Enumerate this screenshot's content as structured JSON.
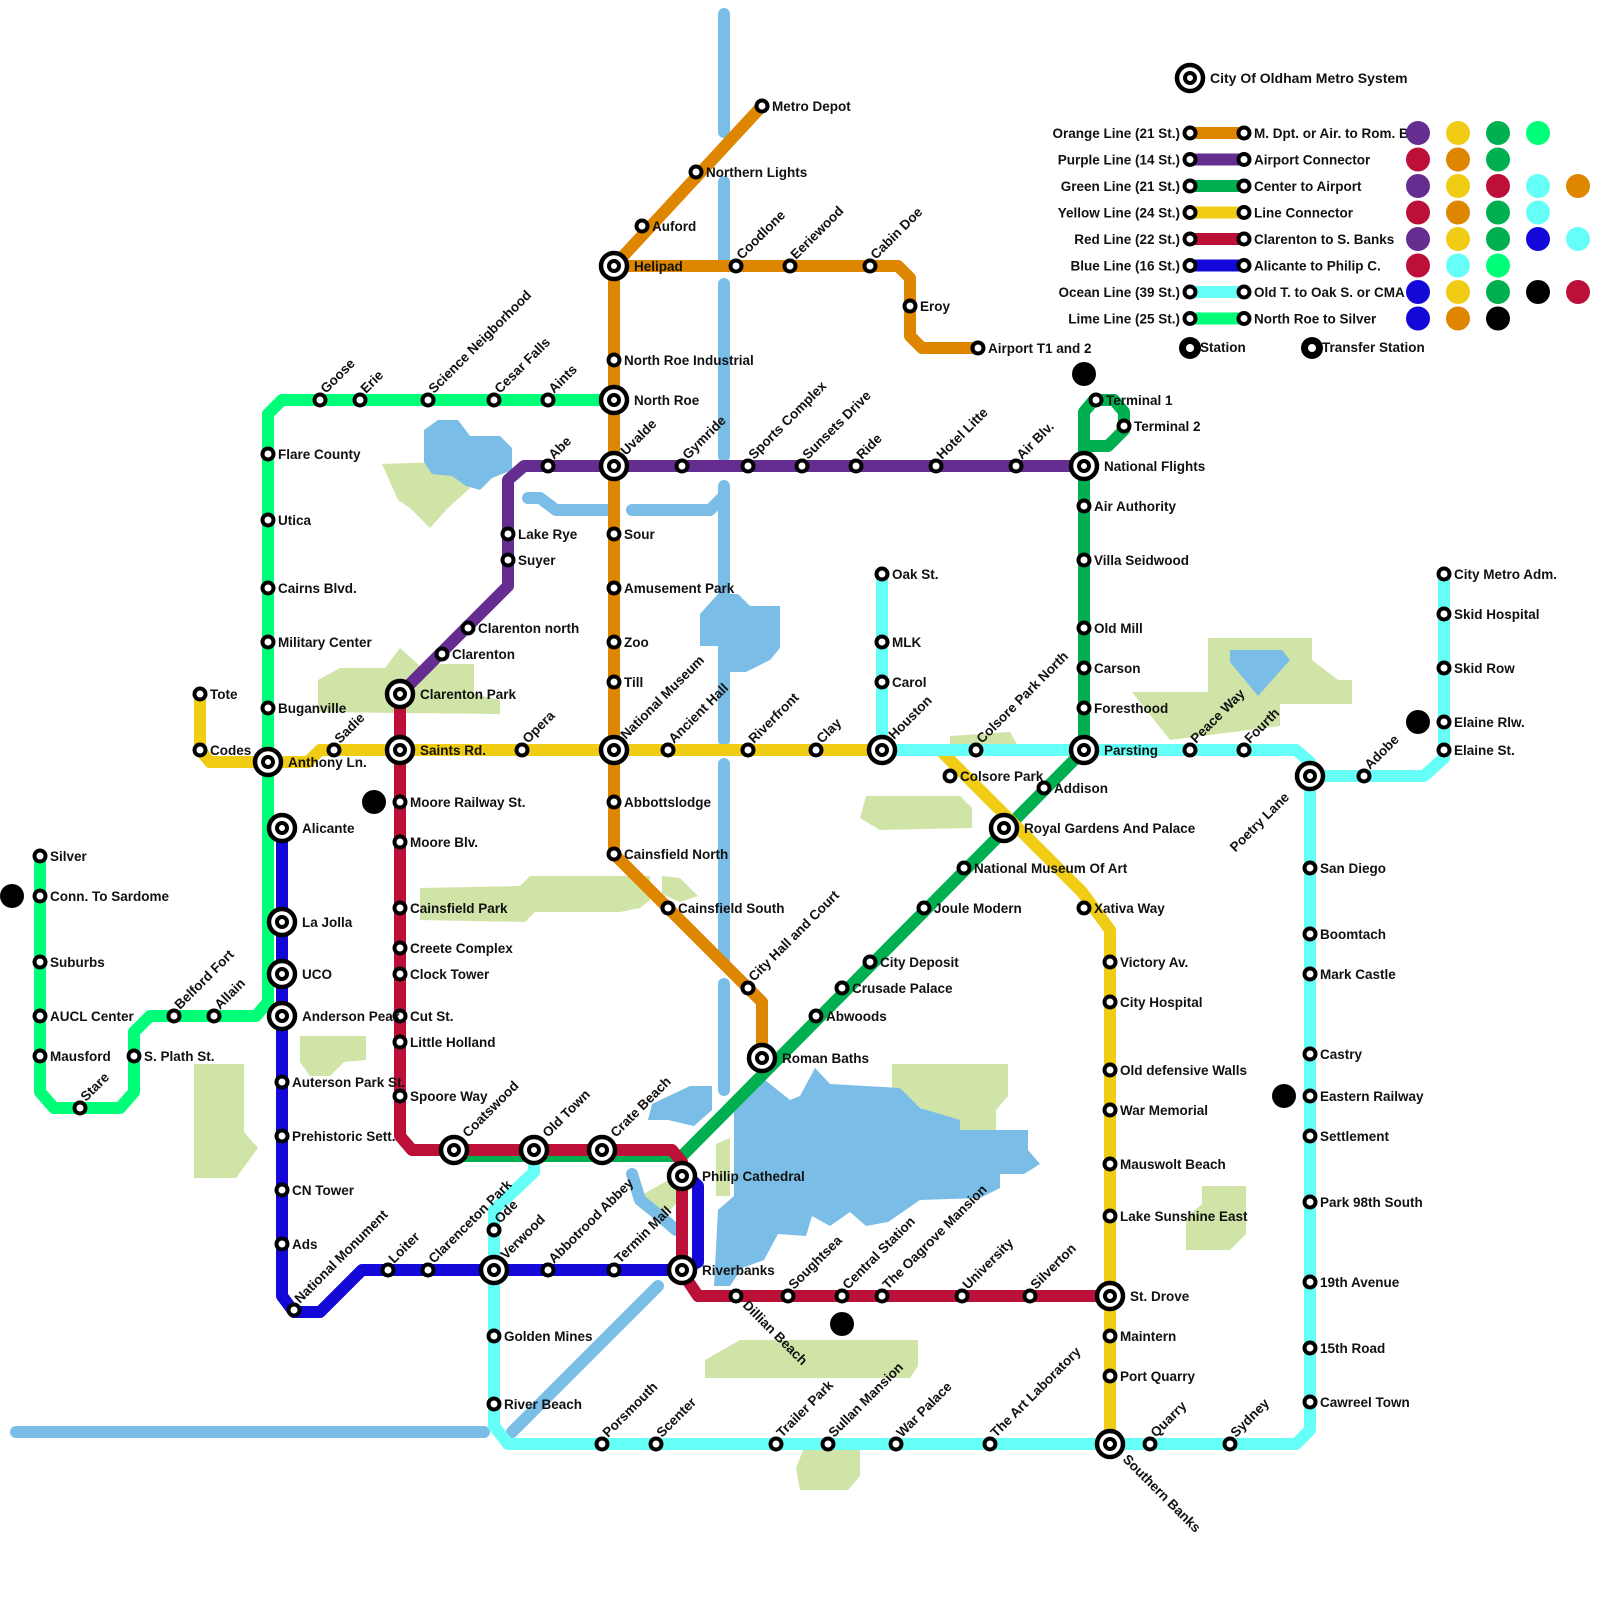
{
  "title": "City Of Oldham Metro System",
  "colors": {
    "orange": "#de8600",
    "purple": "#652d90",
    "green": "#00b050",
    "yellow": "#f0cc14",
    "red": "#bd1038",
    "blue": "#1408d8",
    "ocean": "#66fff8",
    "lime": "#00ff78",
    "water": "#7abde6",
    "park": "#d0e4a8"
  },
  "legend": {
    "lines": [
      {
        "name": "Orange Line (21 St.)",
        "route": "M. Dpt. or Air. to Rom. B.",
        "color": "orange",
        "connections": [
          "purple",
          "yellow",
          "green",
          "lime"
        ]
      },
      {
        "name": "Purple Line (14 St.)",
        "route": "Airport Connector",
        "color": "purple",
        "connections": [
          "red",
          "orange",
          "green"
        ]
      },
      {
        "name": "Green Line (21 St.)",
        "route": "Center to Airport",
        "color": "green",
        "connections": [
          "purple",
          "yellow",
          "red",
          "ocean",
          "orange"
        ]
      },
      {
        "name": "Yellow Line (24 St.)",
        "route": "Line Connector",
        "color": "yellow",
        "connections": [
          "red",
          "orange",
          "green",
          "ocean"
        ]
      },
      {
        "name": "Red Line (22 St.)",
        "route": "Clarenton to S. Banks",
        "color": "red",
        "connections": [
          "purple",
          "yellow",
          "green",
          "blue",
          "ocean"
        ]
      },
      {
        "name": "Blue Line (16 St.)",
        "route": "Alicante to Philip C.",
        "color": "blue",
        "connections": [
          "red",
          "ocean",
          "lime"
        ]
      },
      {
        "name": "Ocean Line (39 St.)",
        "route": "Old T. to Oak S. or CMA",
        "color": "ocean",
        "connections": [
          "blue",
          "yellow",
          "green",
          "black",
          "red"
        ]
      },
      {
        "name": "Lime Line (25 St.)",
        "route": "North Roe to Silver",
        "color": "lime",
        "connections": [
          "blue",
          "orange",
          "black"
        ]
      }
    ],
    "station_label": "Station",
    "transfer_label": "Transfer Station"
  },
  "lines": {
    "orange": {
      "stations": [
        "Metro Depot",
        "Northern Lights",
        "Auford",
        "Helipad",
        "Coodlone",
        "Eeriewood",
        "Cabin Doe",
        "Eroy",
        "Airport T1 and 2",
        "North Roe Industrial",
        "North Roe",
        "Uvalde",
        "Sour",
        "Amusement Park",
        "Zoo",
        "Till",
        "National Museum",
        "Abbottslodge",
        "Cainsfield North",
        "Cainsfield South",
        "City Hall and Court",
        "Roman Baths"
      ]
    },
    "purple": {
      "stations": [
        "Clarenton Park",
        "Clarenton",
        "Clarenton north",
        "Suyer",
        "Lake Rye",
        "Abe",
        "Uvalde",
        "Gymride",
        "Sports Complex",
        "Sunsets Drive",
        "Ride",
        "Hotel Litte",
        "Air Blv.",
        "National Flights"
      ]
    },
    "green": {
      "stations": [
        "Terminal 1",
        "Terminal 2",
        "National Flights",
        "Air Authority",
        "Villa Seidwood",
        "Old Mill",
        "Carson",
        "Foresthood",
        "Parsting",
        "Addison",
        "Royal Gardens And Palace",
        "National Museum Of Art",
        "Joule Modern",
        "City Deposit",
        "Crusade Palace",
        "Abwoods",
        "Roman Baths",
        "Philip Cathedral",
        "Crate Beach",
        "Old Town",
        "Coatswood"
      ]
    },
    "yellow": {
      "stations": [
        "Tote",
        "Codes",
        "Anthony Ln.",
        "Sadie",
        "Saints Rd.",
        "Opera",
        "National Museum",
        "Ancient Hall",
        "Riverfront",
        "Clay",
        "Houston",
        "Colsore Park",
        "Royal Gardens And Palace",
        "Xativa Way",
        "Victory Av.",
        "City Hospital",
        "Old defensive Walls",
        "War Memorial",
        "Mauswolt Beach",
        "Lake Sunshine East",
        "St. Drove",
        "Maintern",
        "Port Quarry",
        "Southern Banks"
      ]
    },
    "red": {
      "stations": [
        "Clarenton Park",
        "Saints Rd.",
        "Moore Railway St.",
        "Moore Blv.",
        "Cainsfield Park",
        "Creete Complex",
        "Clock Tower",
        "Cut St.",
        "Little Holland",
        "Spoore Way",
        "Coatswood",
        "Old Town",
        "Crate Beach",
        "Philip Cathedral",
        "Riverbanks",
        "Dillian Beach",
        "Soughtsea",
        "Central Station",
        "The Oagrove Mansion",
        "University",
        "Silverton",
        "St. Drove"
      ]
    },
    "blue": {
      "stations": [
        "Alicante",
        "La Jolla",
        "UCO",
        "Anderson Peak",
        "Auterson Park St.",
        "Prehistoric Sett.",
        "CN Tower",
        "Ads",
        "National Monument",
        "Loiter",
        "Clarenceton Park",
        "Verwood",
        "Abbotrood Abbey",
        "Termin Mall",
        "Riverbanks",
        "Philip Cathedral"
      ]
    },
    "ocean": {
      "stations": [
        "Oak St.",
        "MLK",
        "Carol",
        "Houston",
        "Colsore Park North",
        "Parsting",
        "Peace Way",
        "Fourth",
        "Poetry Lane",
        "Adobe",
        "Elaine St.",
        "Elaine Rlw.",
        "Skid Row",
        "Skid Hospital",
        "City Metro Adm.",
        "San Diego",
        "Boomtach",
        "Mark Castle",
        "Castry",
        "Eastern Railway",
        "Settlement",
        "Park 98th South",
        "19th Avenue",
        "15th Road",
        "Cawreel Town",
        "Sydney",
        "Quarry",
        "Southern Banks",
        "The Art Laboratory",
        "War Palace",
        "Sullan Mansion",
        "Trailer Park",
        "Scenter",
        "Porsmouth",
        "River Beach",
        "Golden Mines",
        "Verwood",
        "Ode",
        "Old Town"
      ]
    },
    "lime": {
      "stations": [
        "North Roe",
        "Aints",
        "Cesar Falls",
        "Science Neigborhood",
        "Erie",
        "Goose",
        "Flare County",
        "Utica",
        "Cairns Blvd.",
        "Military Center",
        "Buganville",
        "Anthony Ln.",
        "Alicante",
        "La Jolla",
        "UCO",
        "Anderson Peak",
        "Allain",
        "Belford Fort",
        "S. Plath St.",
        "Stare",
        "Mausford",
        "AUCL Center",
        "Suburbs",
        "Conn. To Sardome",
        "Silver"
      ]
    }
  }
}
